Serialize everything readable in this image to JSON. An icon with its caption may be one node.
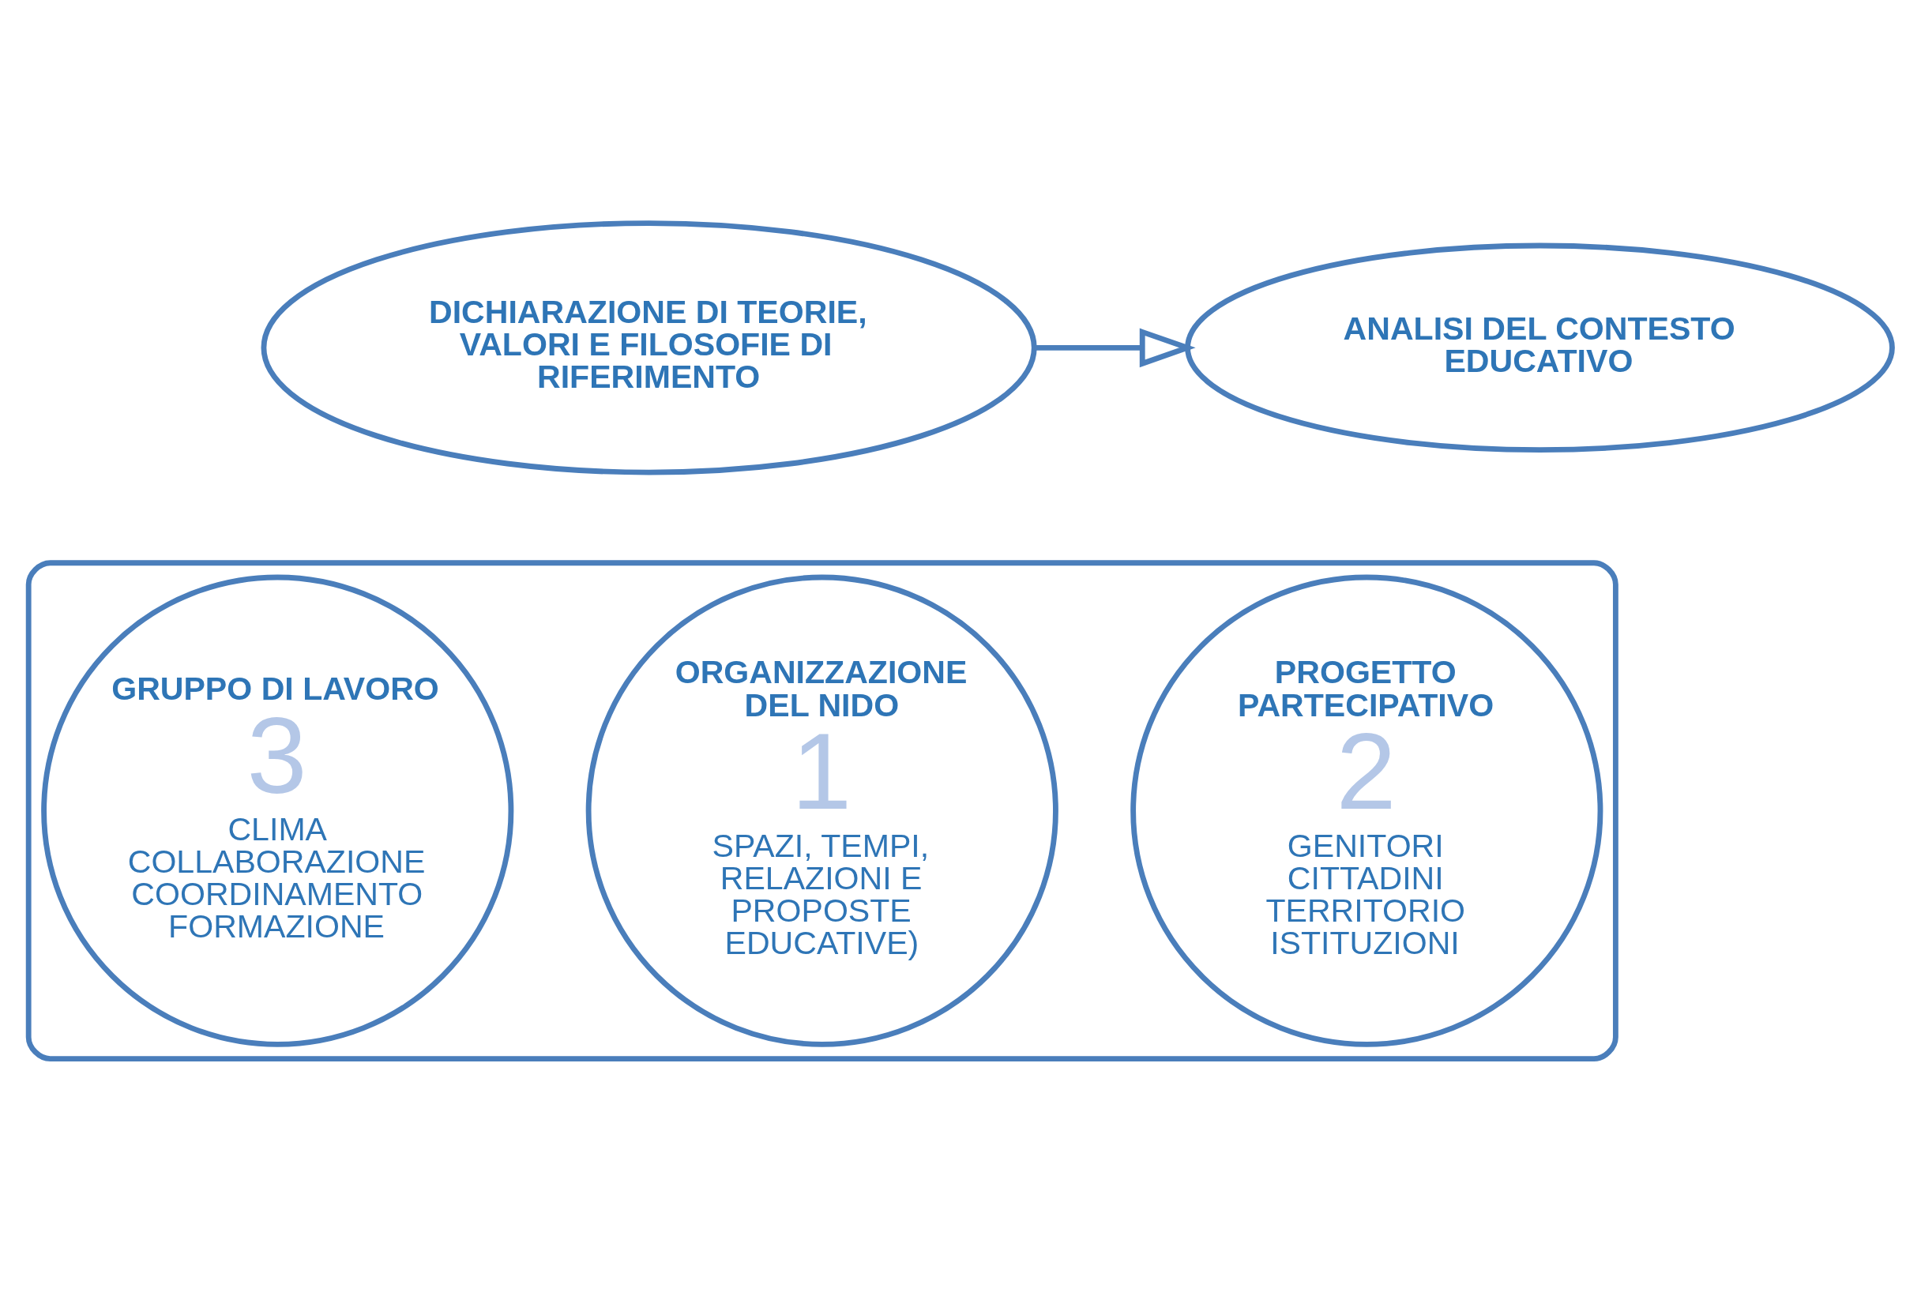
{
  "diagram": {
    "nodes": [
      {
        "text": [
          "DICHIARAZIONE DI TEORIE, VALORI E FILOSOFIE DI RIFERIMENTO"
        ]
      },
      {
        "text": [
          "ANALISI DEL CONTESTO EDUCATIVO"
        ]
      },
      {
        "text": [],
        "shape": "ellipse"
      },
      {
        "text": [
          "ORGANIZZAZIONE DEL NIDO",
          "1",
          "SPAZI, TEMPI, RELAZIONI E PROPOSTE EDUCATIVE)"
        ],
        "in": 2
      },
      {
        "text": [
          "PROGETTO PARTECIPATIVO",
          "2",
          "GENITORI CITTADINI TERRITORIO ISTITUZIONI"
        ],
        "in": 2
      },
      {
        "text": [
          "GRUPPO DI LAVORO",
          "3",
          "CLIMA COLLABORAZIONE COORDINAMENTO FORMAZIONE"
        ],
        "in": 2
      }
    ],
    "edges": [
      {
        "from": 0,
        "to": 1,
        "arrow": "to"
      }
    ]
  }
}
